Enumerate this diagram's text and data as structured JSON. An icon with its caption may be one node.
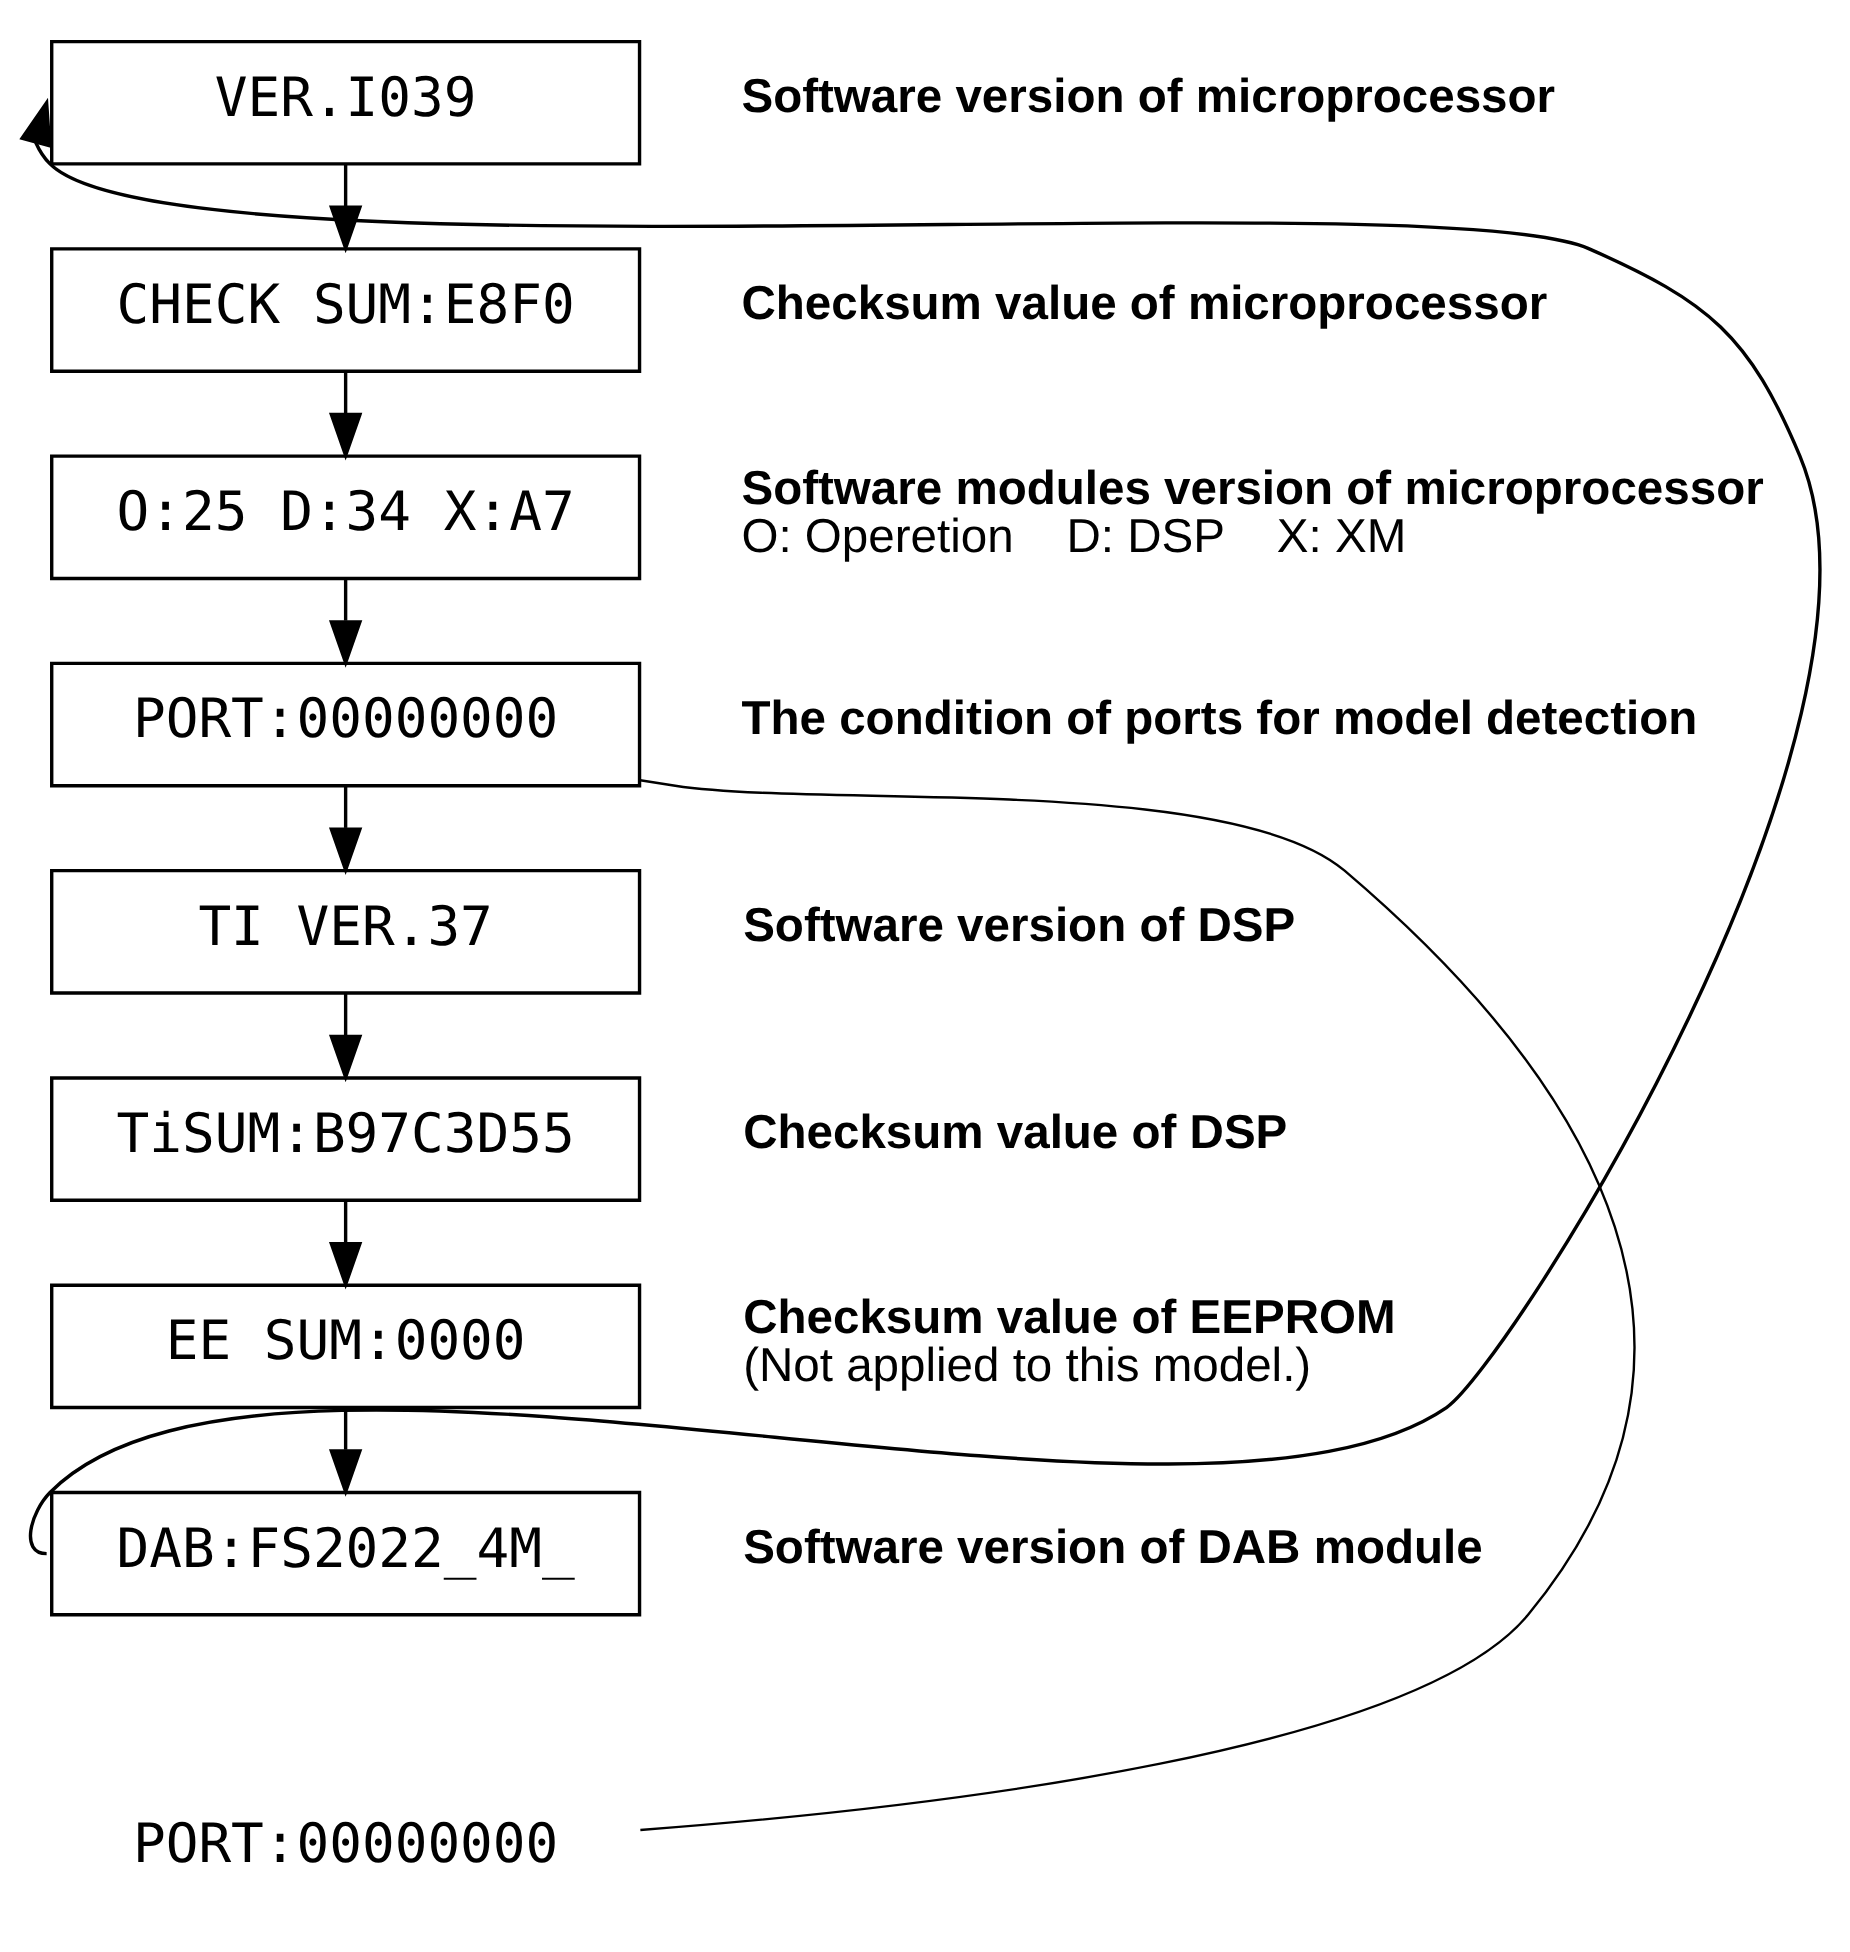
{
  "diagram": {
    "nodes": [
      {
        "text": [
          "VER.I039"
        ],
        "beside": [
          "Software version of microprocessor"
        ]
      },
      {
        "text": [
          "CHECK SUM:E8F0"
        ],
        "beside": [
          "Checksum value of microprocessor"
        ]
      },
      {
        "text": [
          "O:25 D:34 X:A7"
        ],
        "beside": [
          "Software modules version of microprocessor",
          "O: Operetion    D: DSP    X: XM"
        ]
      },
      {
        "text": [
          "PORT:00000000"
        ],
        "beside": [
          "The condition of ports for model detection"
        ]
      },
      {
        "text": [
          "TI VER.37"
        ],
        "beside": [
          "Software version of DSP"
        ]
      },
      {
        "text": [
          "TiSUM:B97C3D55"
        ],
        "beside": [
          "Checksum value of DSP"
        ]
      },
      {
        "text": [
          "EE SUM:0000"
        ],
        "beside": [
          "Checksum value of EEPROM",
          "(Not applied to this model.)"
        ]
      },
      {
        "text": [
          "DAB:FS2022_4M_"
        ],
        "beside": [
          "Software version of DAB module"
        ]
      },
      {
        "text": [
          "PORT:00000000"
        ]
      }
    ],
    "edges": [
      {
        "from": 0,
        "to": 1,
        "arrow": "to"
      },
      {
        "from": 1,
        "to": 2,
        "arrow": "to"
      },
      {
        "from": 2,
        "to": 3,
        "arrow": "to"
      },
      {
        "from": 3,
        "to": 4,
        "arrow": "to"
      },
      {
        "from": 4,
        "to": 5,
        "arrow": "to"
      },
      {
        "from": 5,
        "to": 6,
        "arrow": "to"
      },
      {
        "from": 6,
        "to": 7,
        "arrow": "to"
      },
      {
        "from": 7,
        "to": 0,
        "arrow": "to"
      },
      {
        "from": 3,
        "to": 8,
        "arrow": "none"
      }
    ]
  }
}
